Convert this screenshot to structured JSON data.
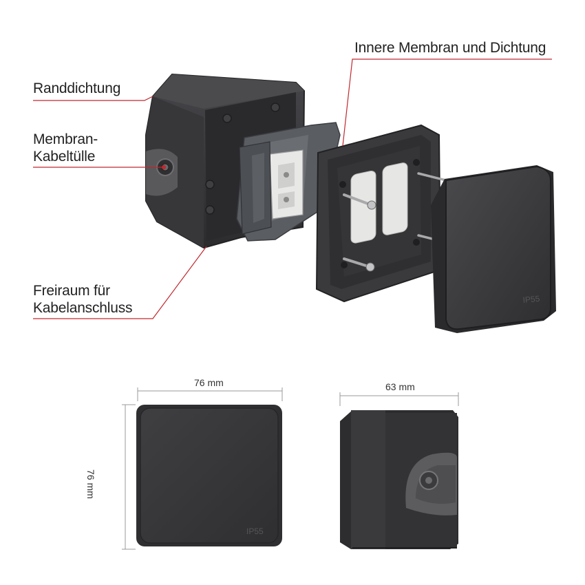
{
  "callouts": {
    "edge_seal": "Randdichtung",
    "membrane_grommet_line1": "Membran-",
    "membrane_grommet_line2": "Kabeltülle",
    "cable_space_line1": "Freiraum für",
    "cable_space_line2": "Kabelanschluss",
    "inner_membrane": "Innere Membran und Dichtung"
  },
  "dimensions": {
    "front_width": "76 mm",
    "front_height": "76 mm",
    "side_depth": "63 mm"
  },
  "markings": {
    "rating": "IP55"
  },
  "colors": {
    "leader_line": "#c0272d",
    "housing": "#3a3a3c",
    "housing_dark": "#2b2b2d",
    "housing_light": "#4a4a4c",
    "seal": "#6a6a6c",
    "mechanism_frame": "#5a5d62",
    "terminal": "#e8e8e6"
  }
}
